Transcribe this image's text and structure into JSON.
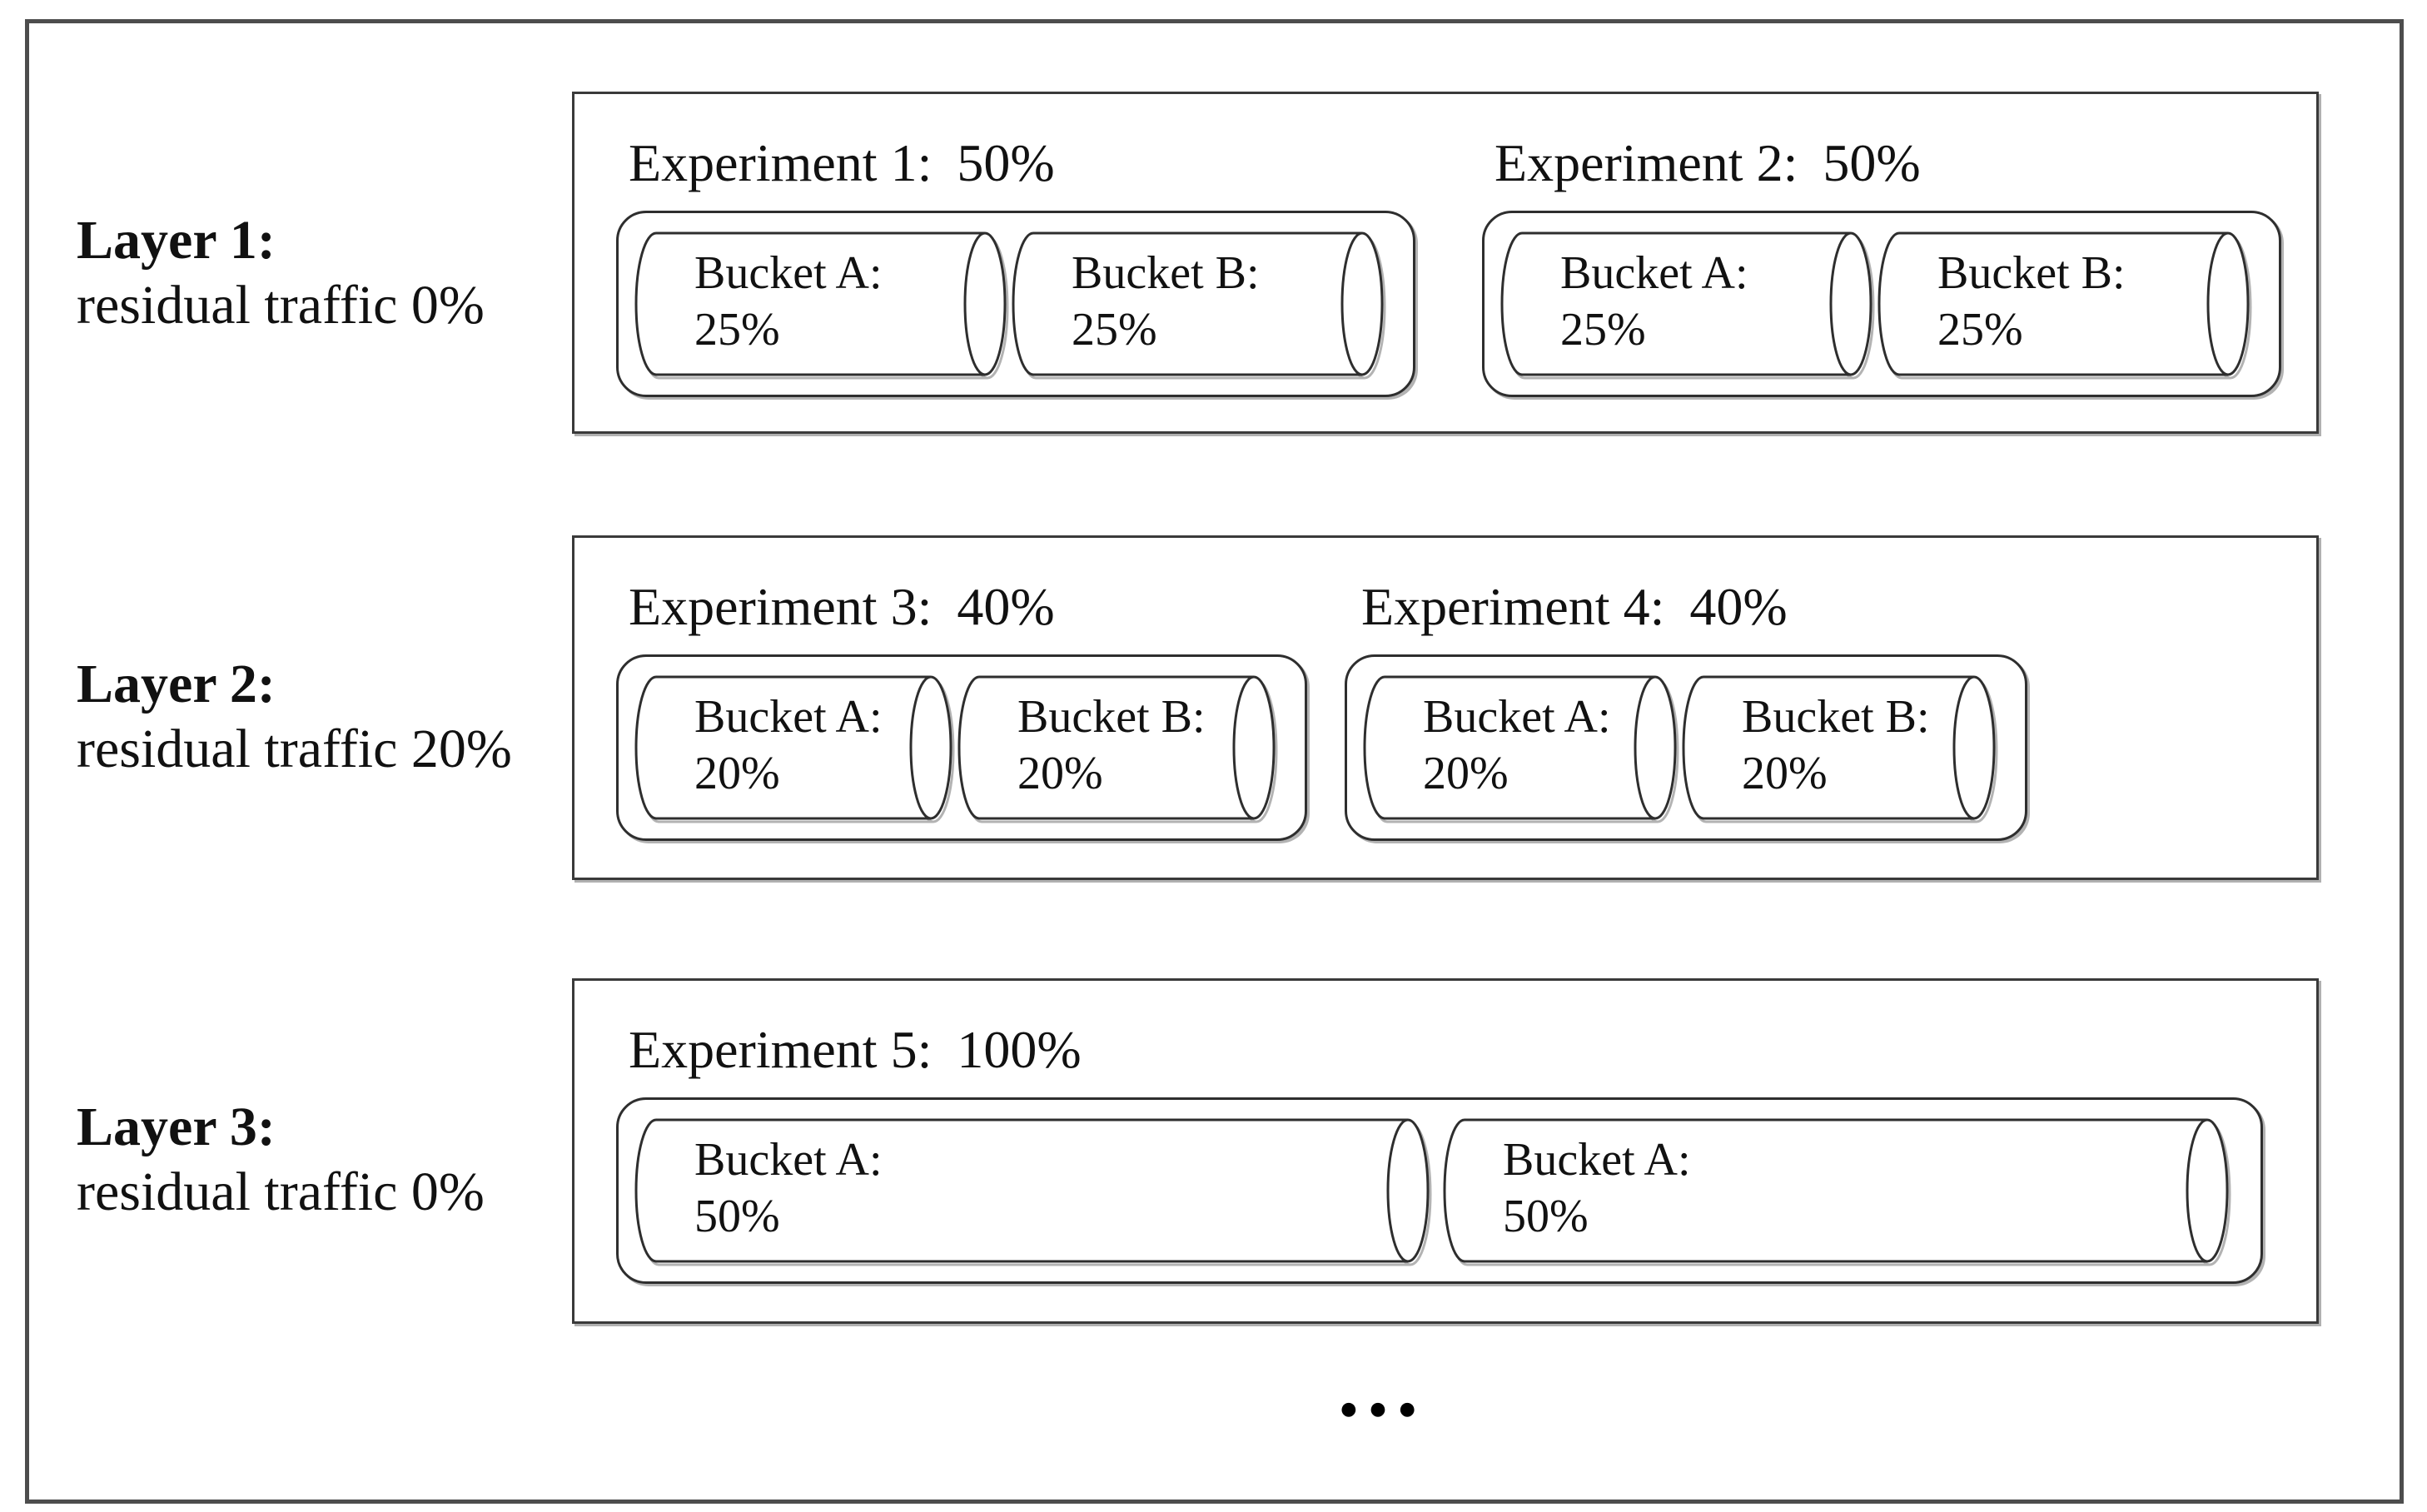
{
  "colors": {
    "ink": "#111111",
    "stroke": "#2e2e2e",
    "frame": "#4d4d4d",
    "shadow": "#b3b3b3"
  },
  "ellipsis": "●●●",
  "layers": [
    {
      "name": "Layer 1:",
      "residual": "residual traffic 0%",
      "experiments": [
        {
          "title": "Experiment 1:",
          "percent": "50%",
          "buckets": [
            {
              "name": "Bucket A:",
              "pct": "25%"
            },
            {
              "name": "Bucket B:",
              "pct": "25%"
            }
          ]
        },
        {
          "title": "Experiment 2:",
          "percent": "50%",
          "buckets": [
            {
              "name": "Bucket A:",
              "pct": "25%"
            },
            {
              "name": "Bucket B:",
              "pct": "25%"
            }
          ]
        }
      ]
    },
    {
      "name": "Layer 2:",
      "residual": "residual traffic 20%",
      "experiments": [
        {
          "title": "Experiment 3:",
          "percent": "40%",
          "buckets": [
            {
              "name": "Bucket A:",
              "pct": "20%"
            },
            {
              "name": "Bucket B:",
              "pct": "20%"
            }
          ]
        },
        {
          "title": "Experiment 4:",
          "percent": "40%",
          "buckets": [
            {
              "name": "Bucket A:",
              "pct": "20%"
            },
            {
              "name": "Bucket B:",
              "pct": "20%"
            }
          ]
        }
      ]
    },
    {
      "name": "Layer 3:",
      "residual": "residual traffic 0%",
      "experiments": [
        {
          "title": "Experiment 5:",
          "percent": "100%",
          "buckets": [
            {
              "name": "Bucket A:",
              "pct": "50%"
            },
            {
              "name": "Bucket A:",
              "pct": "50%"
            }
          ]
        }
      ]
    }
  ]
}
